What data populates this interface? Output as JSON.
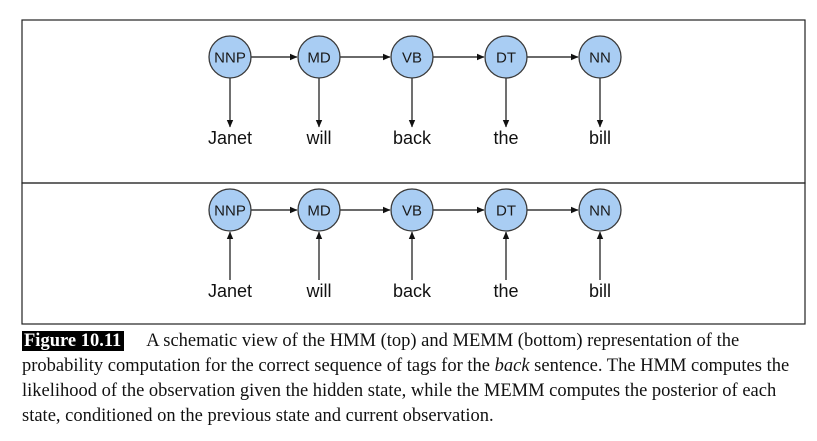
{
  "diagram": {
    "tags": [
      "NNP",
      "MD",
      "VB",
      "DT",
      "NN"
    ],
    "words": [
      "Janet",
      "will",
      "back",
      "the",
      "bill"
    ],
    "panels": [
      {
        "id": "hmm",
        "observation_direction": "state-to-word"
      },
      {
        "id": "memm",
        "observation_direction": "word-to-state"
      }
    ],
    "colors": {
      "node_fill": "#a9cdf3",
      "node_stroke": "#3a3a3a",
      "edge": "#111111"
    }
  },
  "caption": {
    "label": "Figure 10.11",
    "part1": "A schematic view of the HMM (top) and MEMM (bottom) representation of the probability computation for the correct sequence of tags for the ",
    "emphasis": "back",
    "part2": " sentence. The HMM computes the likelihood of the observation given the hidden state, while the MEMM computes the posterior of each state, conditioned on the previous state and current observation."
  }
}
